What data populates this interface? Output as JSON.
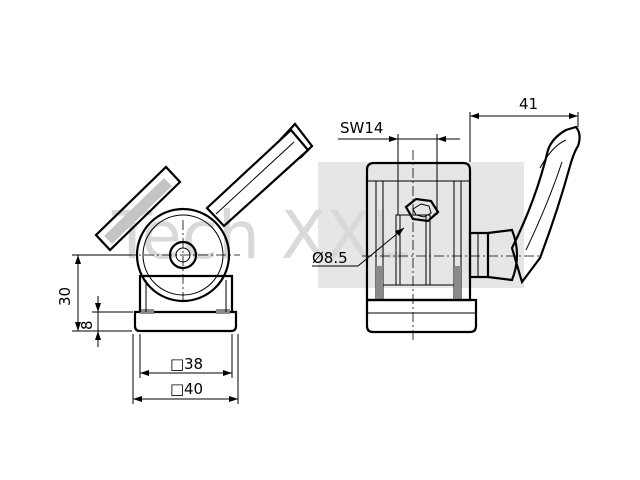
{
  "watermark": {
    "text": "Tech XXL",
    "color": "#d9d9d9"
  },
  "dimensions": {
    "height_total": "30",
    "base_height": "8",
    "square_inner": "38",
    "square_outer": "40",
    "wrench_size": "SW14",
    "diameter": "Ø8.5",
    "lever_reach": "41"
  },
  "symbols": {
    "square": "□"
  },
  "colors": {
    "line": "#000000",
    "shade_dark": "#8a8a8a",
    "shade_light": "#c4c4c4",
    "watermark": "#d9d9d9"
  }
}
